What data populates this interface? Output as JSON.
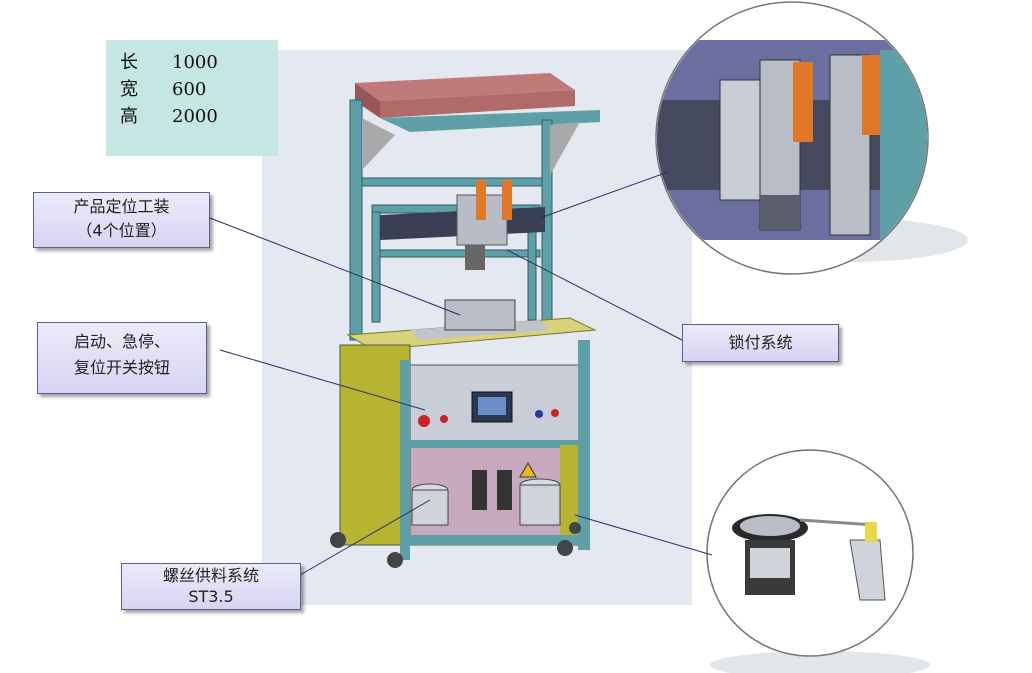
{
  "dimensions": {
    "rows": [
      {
        "key": "长",
        "value": "1000"
      },
      {
        "key": "宽",
        "value": "600"
      },
      {
        "key": "高",
        "value": "2000"
      }
    ]
  },
  "callouts": {
    "fixture": {
      "line1": "产品定位工装",
      "line2": "（4个位置）"
    },
    "buttons": {
      "line1": "启动、急停、",
      "line2": "复位开关按钮"
    },
    "locking": {
      "line1": "锁付系统"
    },
    "feeder": {
      "line1": "螺丝供料系统",
      "line2": "ST3.5"
    }
  },
  "colors": {
    "frame": "#5e9fa8",
    "yellow": "#c9c24a",
    "olive": "#a7a12f",
    "beam": "#b06a6a",
    "panel": "#c9cdd8",
    "orange": "#e07828"
  }
}
